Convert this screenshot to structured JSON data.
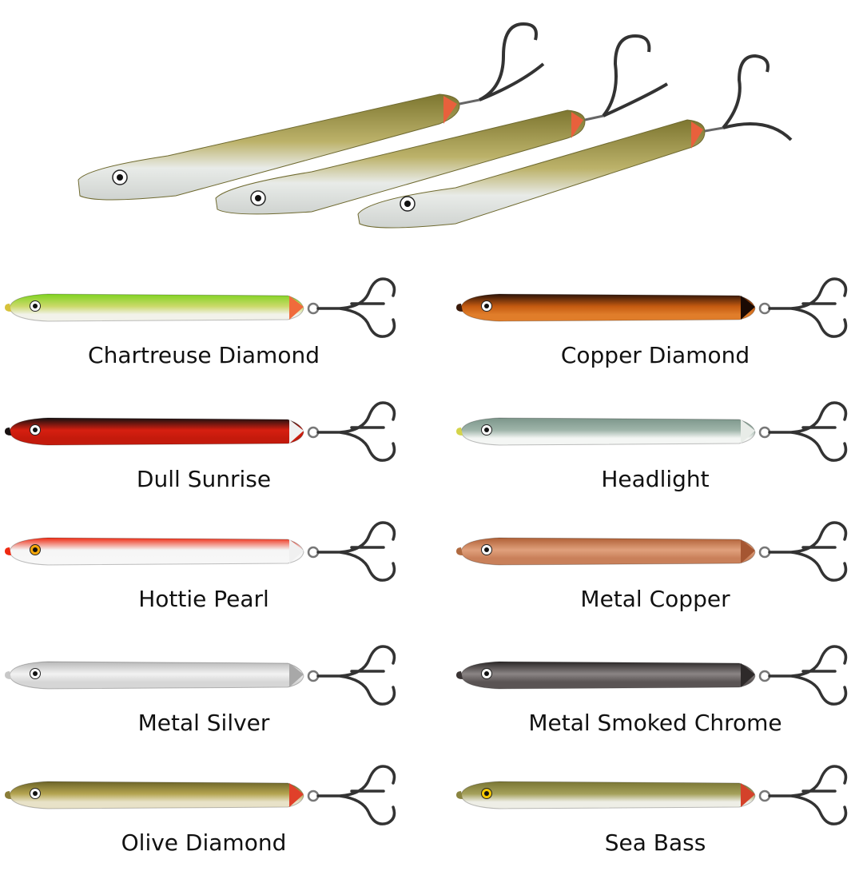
{
  "hero": {
    "lures": [
      {
        "name": "hero-lure-1",
        "top": "#8a8440",
        "mid": "#b7ad62",
        "belly": "#e6e8e6",
        "tail": "#e8603c"
      },
      {
        "name": "hero-lure-2",
        "top": "#8a8440",
        "mid": "#b7ad62",
        "belly": "#e6e8e6",
        "tail": "#e8603c"
      },
      {
        "name": "hero-lure-3",
        "top": "#8a8440",
        "mid": "#b7ad62",
        "belly": "#e6e8e6",
        "tail": "#e8603c"
      }
    ]
  },
  "variants": [
    {
      "label": "Chartreuse Diamond",
      "colors": {
        "top": "#7ed31f",
        "mid": "#cbd96a",
        "belly": "#f2f2ea",
        "tail": "#f06b3c",
        "eye": "#ffffff",
        "nose": "#d6c23a"
      }
    },
    {
      "label": "Copper Diamond",
      "colors": {
        "top": "#2a1208",
        "mid": "#c45a10",
        "belly": "#e07d2a",
        "tail": "#1a0a04",
        "eye": "#ffffff",
        "nose": "#3a1a0a"
      }
    },
    {
      "label": "Dull Sunrise",
      "colors": {
        "top": "#151010",
        "mid": "#d61f10",
        "belly": "#c41a0c",
        "tail": "#f0f0f0",
        "eye": "#ffffff",
        "nose": "#1a1212"
      }
    },
    {
      "label": "Headlight",
      "colors": {
        "top": "#7c968a",
        "mid": "#9fb5aa",
        "belly": "#f4f6f4",
        "tail": "#e8ece8",
        "eye": "#ffffff",
        "nose": "#d4d44a"
      }
    },
    {
      "label": "Hottie Pearl",
      "colors": {
        "top": "#ef2a12",
        "mid": "#f5f5f5",
        "belly": "#f7f7f7",
        "tail": "#f0f0f0",
        "eye": "#f5a70a",
        "nose": "#ef2a12"
      }
    },
    {
      "label": "Metal Copper",
      "colors": {
        "top": "#b05f35",
        "mid": "#e0a07c",
        "belly": "#c9805a",
        "tail": "#a55632",
        "eye": "#ffffff",
        "nose": "#b06a40"
      }
    },
    {
      "label": "Metal Silver",
      "colors": {
        "top": "#b8b8b8",
        "mid": "#f2f2f2",
        "belly": "#d6d6d6",
        "tail": "#a8a8a8",
        "eye": "#ffffff",
        "nose": "#c8c8c8"
      }
    },
    {
      "label": "Metal Smoked Chrome",
      "colors": {
        "top": "#2a2626",
        "mid": "#8a8484",
        "belly": "#5a5454",
        "tail": "#2e2a2a",
        "eye": "#ffffff",
        "nose": "#3a3434"
      }
    },
    {
      "label": "Olive Diamond",
      "colors": {
        "top": "#6c6428",
        "mid": "#b4a450",
        "belly": "#e8e2c8",
        "tail": "#e0402a",
        "eye": "#ffffff",
        "nose": "#8a7d38"
      }
    },
    {
      "label": "Sea Bass",
      "colors": {
        "top": "#7a7634",
        "mid": "#a4a05a",
        "belly": "#eeeee6",
        "tail": "#d4422a",
        "eye": "#f5c800",
        "nose": "#8a8440"
      }
    }
  ]
}
